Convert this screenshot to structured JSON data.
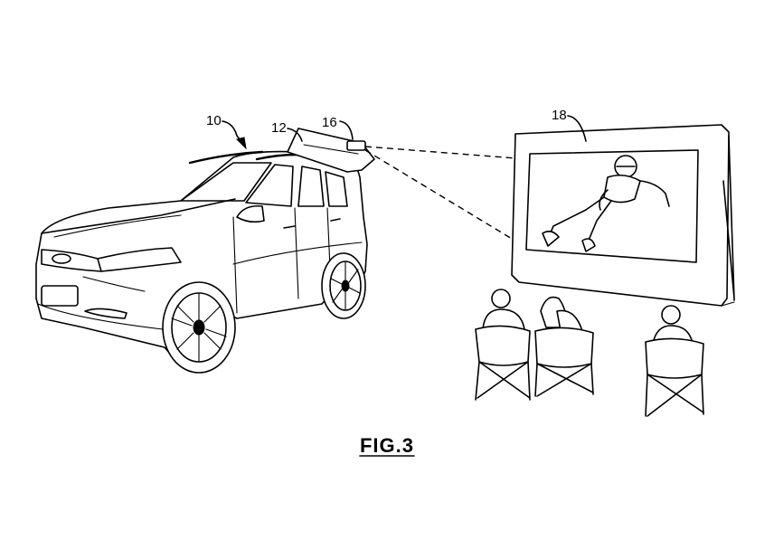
{
  "labels": {
    "vehicle": "10",
    "liftgate": "12",
    "projector": "16",
    "screen": "18"
  },
  "caption": "FIG.3"
}
